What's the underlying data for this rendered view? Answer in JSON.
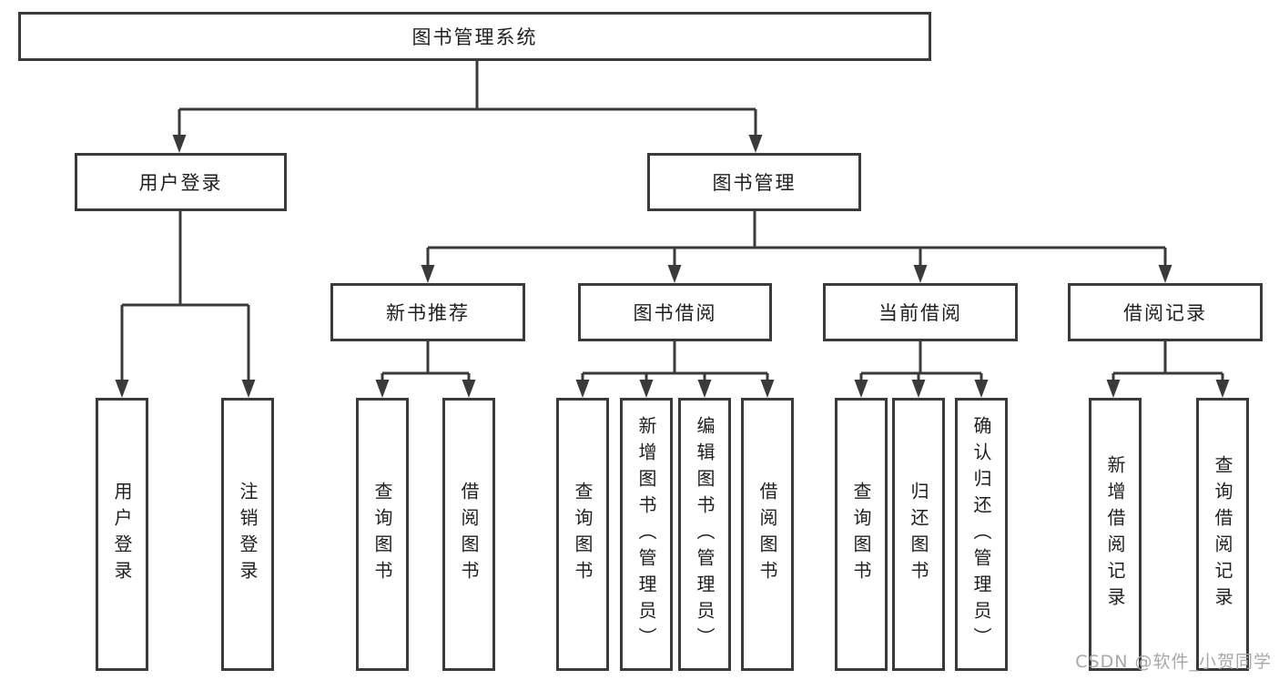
{
  "tree": {
    "root": "图书管理系统",
    "children": [
      {
        "label": "用户登录",
        "children": [
          {
            "label": "用户登录"
          },
          {
            "label": "注销登录"
          }
        ]
      },
      {
        "label": "图书管理",
        "children": [
          {
            "label": "新书推荐",
            "children": [
              {
                "label": "查询图书"
              },
              {
                "label": "借阅图书"
              }
            ]
          },
          {
            "label": "图书借阅",
            "children": [
              {
                "label": "查询图书"
              },
              {
                "label": "新增图书（管理员）"
              },
              {
                "label": "编辑图书（管理员）"
              },
              {
                "label": "借阅图书"
              }
            ]
          },
          {
            "label": "当前借阅",
            "children": [
              {
                "label": "查询图书"
              },
              {
                "label": "归还图书"
              },
              {
                "label": "确认归还（管理员）"
              }
            ]
          },
          {
            "label": "借阅记录",
            "children": [
              {
                "label": "新增借阅记录"
              },
              {
                "label": "查询借阅记录"
              }
            ]
          }
        ]
      }
    ]
  },
  "watermark": {
    "text": "CSDN @软件_小贺同学"
  },
  "colors": {
    "line": "#3a3a3a",
    "text": "#1f1f1f",
    "watermark": "#a8a8a8",
    "background": "#ffffff"
  }
}
